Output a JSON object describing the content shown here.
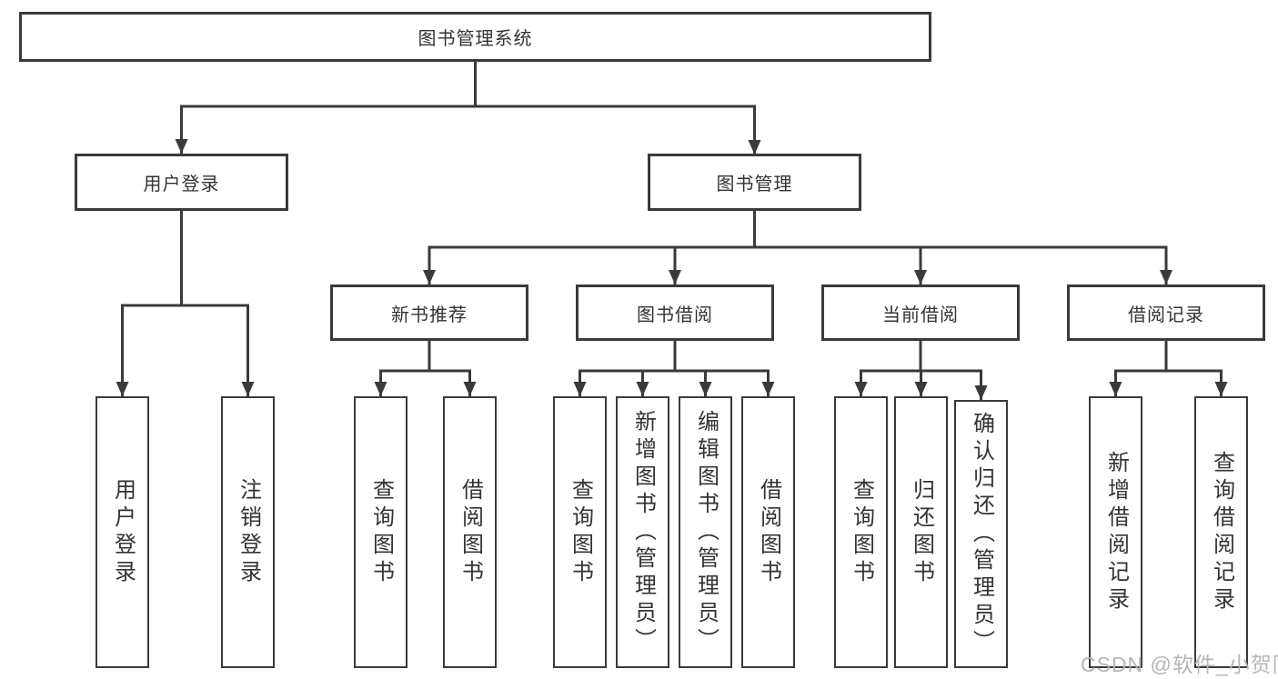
{
  "root": "图书管理系统",
  "level2": [
    "用户登录",
    "图书管理"
  ],
  "level3": [
    "新书推荐",
    "图书借阅",
    "当前借阅",
    "借阅记录"
  ],
  "leaves": {
    "user_login": [
      "用户登录",
      "注销登录"
    ],
    "new_book": [
      "查询图书",
      "借阅图书"
    ],
    "book_borrow": [
      "查询图书",
      "新增图书（管理员）",
      "编辑图书（管理员）",
      "借阅图书"
    ],
    "current_borrow": [
      "查询图书",
      "归还图书",
      "确认归还（管理员）"
    ],
    "borrow_record": [
      "新增借阅记录",
      "查询借阅记录"
    ]
  },
  "watermark": "CSDN @软件_小贺同学",
  "colors": {
    "line": "#3a3a3a",
    "text": "#333333",
    "background": "#ffffff",
    "watermark": "#b2b2b2"
  }
}
